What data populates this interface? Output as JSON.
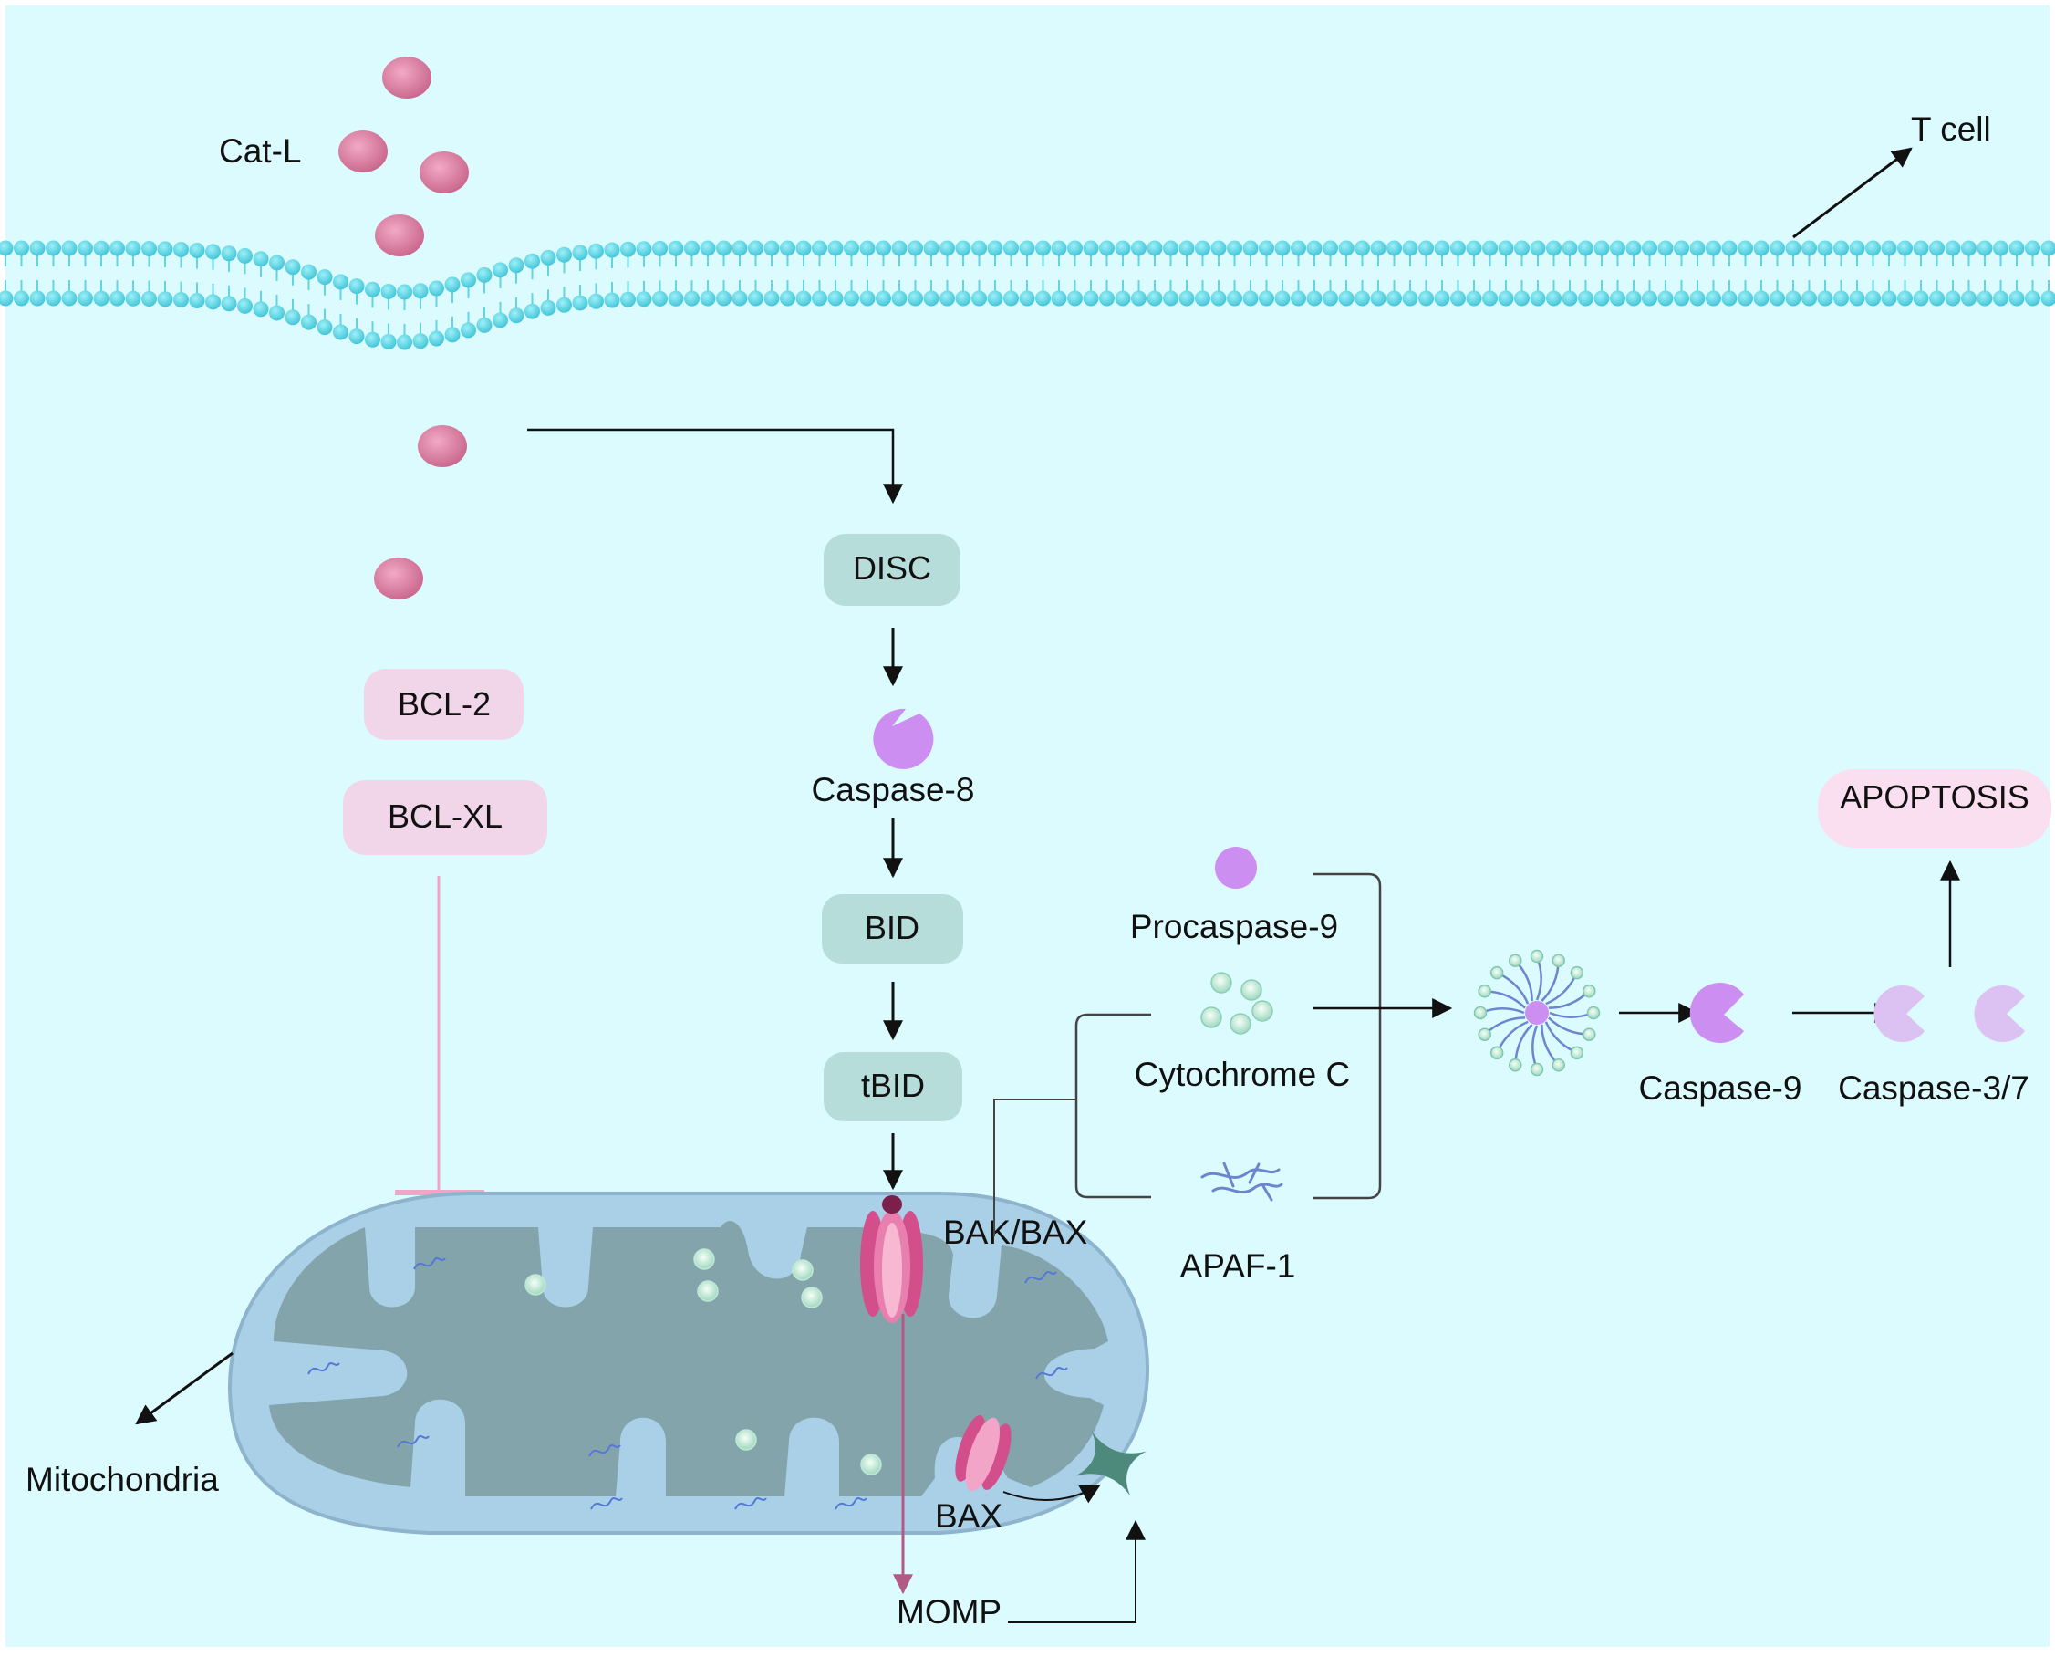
{
  "labels": {
    "cat_l": "Cat-L",
    "t_cell": "T cell",
    "disc": "DISC",
    "caspase8": "Caspase-8",
    "bid": "BID",
    "tbid": "tBID",
    "bcl2": "BCL-2",
    "bclxl": "BCL-XL",
    "bak_bax": "BAK/BAX",
    "bax": "BAX",
    "momp": "MOMP",
    "mitochondria": "Mitochondria",
    "procaspase9": "Procaspase-9",
    "cytochrome_c": "Cytochrome C",
    "apaf1": "APAF-1",
    "caspase9": "Caspase-9",
    "caspase37": "Caspase-3/7",
    "apoptosis": "APOPTOSIS"
  },
  "colors": {
    "background": "#dcfbfe",
    "membrane_bead": "#62d5e4",
    "cat_l_particle": "#d77a9e",
    "teal_box": "#b7dddb",
    "pink_box": "#f1d6ea",
    "caspase_purple": "#cc8ef0",
    "mitochondria_outer": "#a9d0e7",
    "mitochondria_matrix": "#84a4ac",
    "inhibition_line": "#f2a4c6",
    "momp_arrow": "#b05a85",
    "bak_bax_channel": "#d24f8c",
    "pore_green": "#4e8a7c",
    "arrow": "#111111"
  },
  "icons": [
    "membrane",
    "cat-l-particle",
    "caspase-icon",
    "cytochrome-c-icon",
    "apaf1-icon",
    "apoptosome-icon",
    "bak-bax-channel-icon",
    "bax-icon",
    "pore-icon",
    "mitochondrion"
  ]
}
